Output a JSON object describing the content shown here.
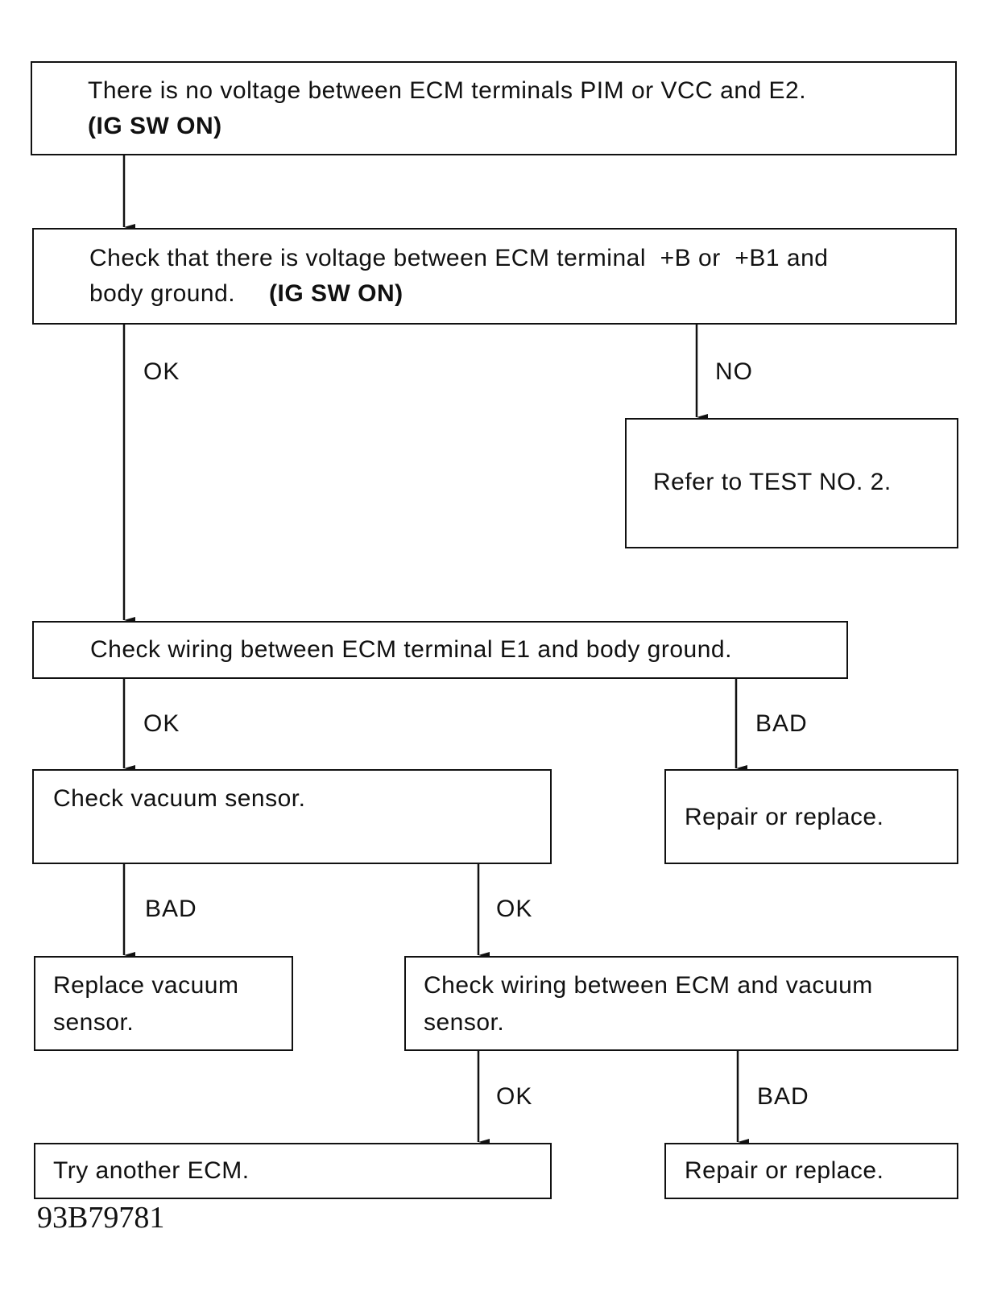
{
  "boxes": {
    "b1": {
      "line1": "There is no voltage between ECM terminals PIM or VCC and E2.",
      "line2": "(IG SW ON)"
    },
    "b2": {
      "line1": "Check that there is voltage between ECM terminal  +B or  +B1 and",
      "line2a": "body ground.",
      "line2b": "(IG SW ON)"
    },
    "b3": {
      "text": "Refer to TEST NO. 2."
    },
    "b4": {
      "text": "Check wiring between ECM terminal E1 and body ground."
    },
    "b5": {
      "text": "Check vacuum sensor."
    },
    "b6": {
      "text": "Repair or replace."
    },
    "b7": {
      "line1": "Replace vacuum",
      "line2": "sensor."
    },
    "b8": {
      "line1": "Check wiring between ECM and vacuum",
      "line2": "sensor."
    },
    "b9": {
      "text": "Try another ECM."
    },
    "b10": {
      "text": "Repair or replace."
    }
  },
  "labels": {
    "l1": "OK",
    "l2": "NO",
    "l3": "OK",
    "l4": "BAD",
    "l5": "BAD",
    "l6": "OK",
    "l7": "OK",
    "l8": "BAD"
  },
  "figure_id": "93B79781"
}
